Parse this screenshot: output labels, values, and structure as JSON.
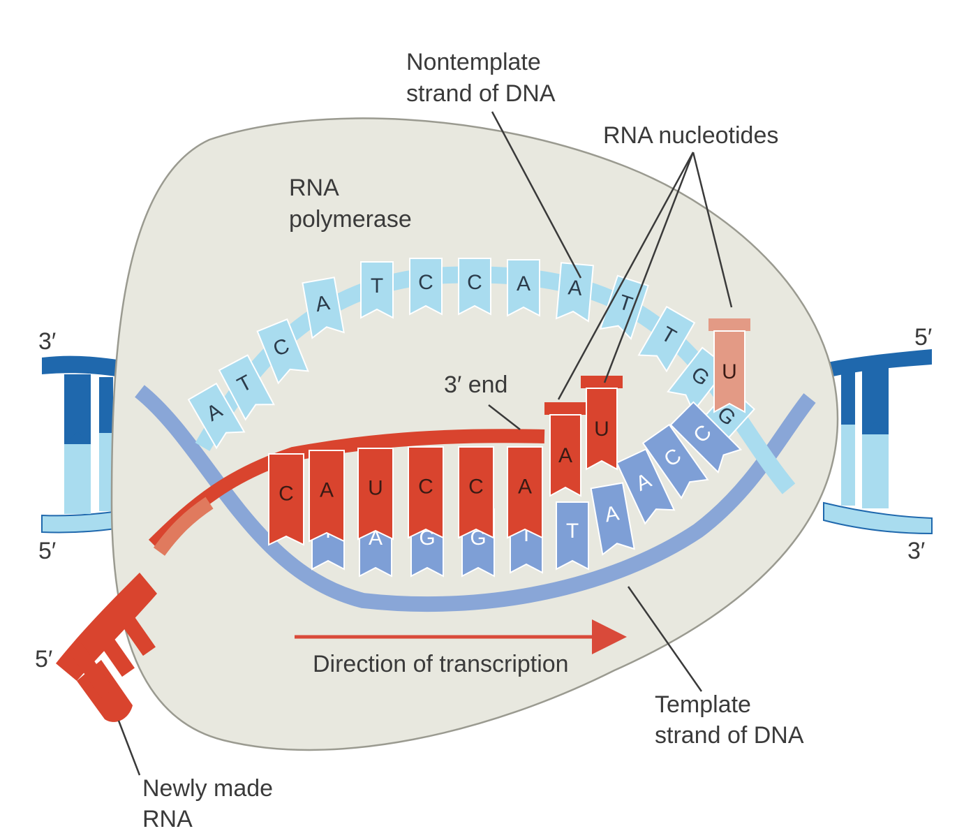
{
  "labels": {
    "nontemplate_line1": "Nontemplate",
    "nontemplate_line2": "strand of DNA",
    "rna_nucleotides": "RNA nucleotides",
    "polymerase_line1": "RNA",
    "polymerase_line2": "polymerase",
    "three_prime_end": "3′ end",
    "direction": "Direction of transcription",
    "template_line1": "Template",
    "template_line2": "strand of DNA",
    "newly_made_line1": "Newly made",
    "newly_made_line2": "RNA"
  },
  "strand_ends": {
    "left_top": "3′",
    "left_bottom": "5′",
    "right_top": "5′",
    "right_bottom": "3′",
    "rna_5prime": "5′"
  },
  "sequences": {
    "nontemplate": [
      "A",
      "T",
      "C",
      "A",
      "T",
      "C",
      "C",
      "A",
      "A",
      "T",
      "T",
      "G",
      "G"
    ],
    "template": [
      "T",
      "A",
      "G",
      "G",
      "T",
      "T",
      "A",
      "A",
      "C",
      "C"
    ],
    "rna": [
      "C",
      "A",
      "U",
      "C",
      "C",
      "A"
    ],
    "incoming_nucleotides": [
      "A",
      "U",
      "U"
    ]
  },
  "colors": {
    "polymerase_fill": "#e6e6dc",
    "nontemplate": "#a9dcef",
    "template": "#7e9fd6",
    "rna": "#d9442e",
    "dna_dark": "#1f68ad",
    "arrow": "#d94a3a"
  }
}
